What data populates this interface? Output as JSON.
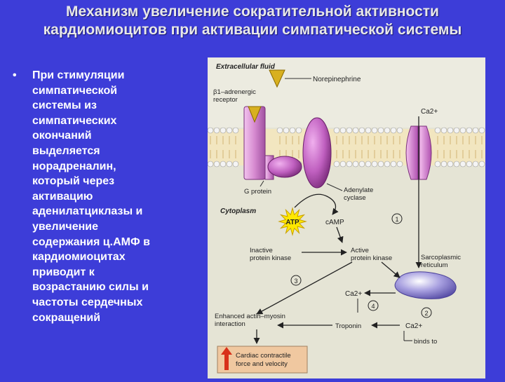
{
  "title": {
    "line1": "Механизм увеличение сократительной активности",
    "line2": "кардиомиоцитов при активации симпатической системы"
  },
  "bullet": {
    "marker": "•",
    "lines": [
      "При стимуляции",
      "симпатической",
      "системы из",
      "симпатических",
      "окончаний",
      "выделяется",
      "норадреналин,",
      "который через",
      "активацию",
      "аденилатциклазы и",
      "увеличение",
      "содержания ц.АМФ  в",
      "кардиомиоцитах",
      "приводит к",
      "возрастанию силы и",
      "частоты сердечных",
      "сокращений"
    ]
  },
  "diagram": {
    "extracellular": "Extracellular fluid",
    "norepinephrine": "Norepinephrine",
    "receptor_line1": "β1–adrenergic",
    "receptor_line2": "receptor",
    "ca_top": "Ca2+",
    "g_protein": "G protein",
    "adenylate_line1": "Adenylate",
    "adenylate_line2": "cyclase",
    "cytoplasm": "Cytoplasm",
    "atp": "ATP",
    "camp": "cAMP",
    "step1": "1",
    "step2": "2",
    "step3": "3",
    "step4": "4",
    "inactive_line1": "Inactive",
    "inactive_line2": "protein kinase",
    "active_line1": "Active",
    "active_line2": "protein kinase",
    "sarco_line1": "Sarcoplasmic",
    "sarco_line2": "reticulum",
    "ca_mid": "Ca2+",
    "enhanced_line1": "Enhanced actin–myosin",
    "enhanced_line2": "interaction",
    "troponin": "Troponin",
    "ca_bottom": "Ca2+",
    "binds_to": "binds to",
    "cardiac_line1": "Cardiac contractile",
    "cardiac_line2": "force and velocity",
    "colors": {
      "receptor": "#d68ad0",
      "membrane_head": "#f0f0f0",
      "enzyme": "#b04ab0",
      "ligand": "#d8b020",
      "atp_star": "#ffe800",
      "sr": "#8a80d0",
      "outcome_box": "#f0c8a0",
      "up_arrow": "#d8301a"
    }
  }
}
